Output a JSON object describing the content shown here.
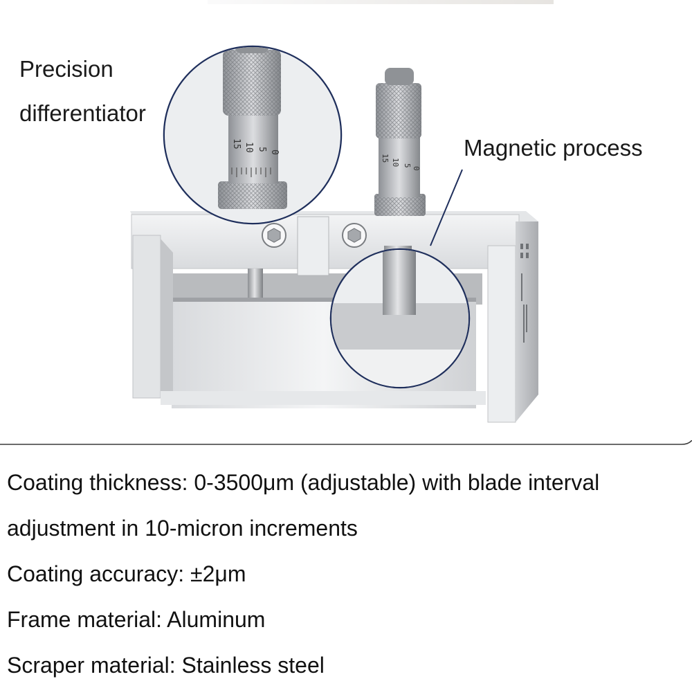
{
  "callouts": {
    "precision": [
      "Precision",
      "differentiator"
    ],
    "magnetic": "Magnetic process"
  },
  "specs": [
    "Coating thickness: 0-3500μm (adjustable) with blade interval",
    "adjustment in 10-micron increments",
    "Coating accuracy: ±2μm",
    "Frame material: Aluminum",
    "Scraper material: Stainless steel"
  ],
  "micrometer_scale": [
    "15",
    "10",
    "5",
    "0"
  ],
  "colors": {
    "frame_light": "#e9eaec",
    "frame_mid": "#c9cbce",
    "frame_dark": "#9a9ca0",
    "callout_circle": "#1f2f5c",
    "divider": "#3a3a3a"
  }
}
